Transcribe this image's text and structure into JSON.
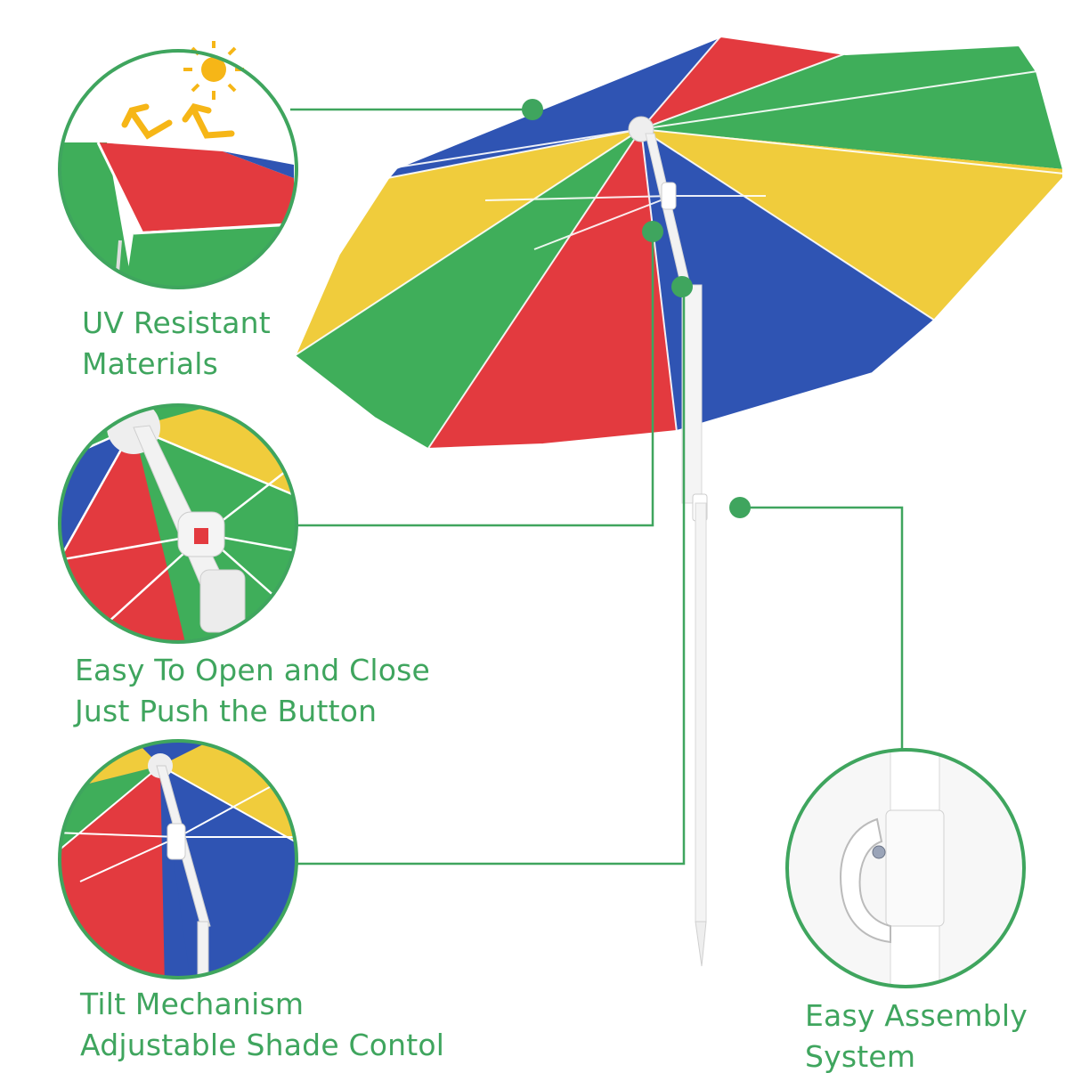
{
  "features": [
    {
      "id": "uv",
      "lines": [
        "UV Resistant",
        "Materials"
      ]
    },
    {
      "id": "open",
      "lines": [
        "Easy To Open and Close",
        "Just Push the Button"
      ]
    },
    {
      "id": "tilt",
      "lines": [
        "Tilt Mechanism",
        "Adjustable Shade Contol"
      ]
    },
    {
      "id": "assembly",
      "lines": [
        "Easy Assembly",
        "System"
      ]
    }
  ],
  "colors": {
    "accent": "#3fa55e",
    "panel_red": "#e33a3f",
    "panel_blue": "#2f54b3",
    "panel_green": "#3fae5a",
    "panel_yellow": "#f0cc3c",
    "pole": "#f2f2f2"
  },
  "icons": [
    "sun-icon",
    "arrow-up-left-icon",
    "arrow-up-right-icon"
  ]
}
